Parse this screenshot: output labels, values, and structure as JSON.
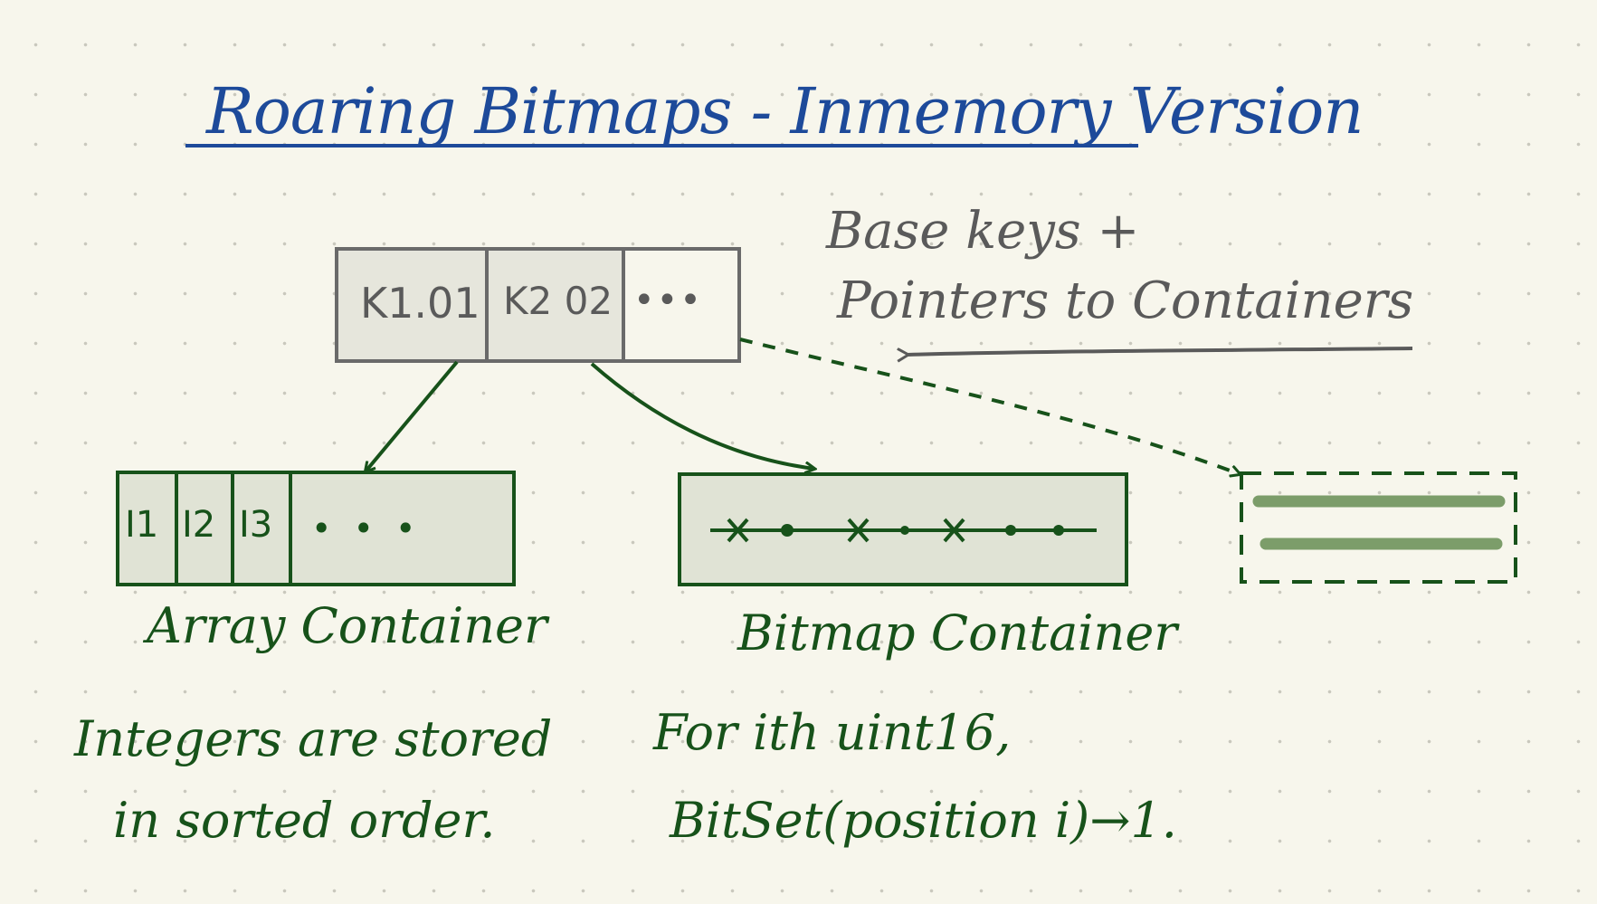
{
  "title": "Roaring Bitmaps - Inmemory Version",
  "key_array": {
    "cells": [
      "K1.01",
      "K2 02",
      "•••"
    ]
  },
  "key_annotation": {
    "line1": "Base keys +",
    "line2": "Pointers to Containers"
  },
  "array_container": {
    "cells": [
      "I1",
      "I2",
      "I3",
      "• • •"
    ],
    "label": "Array Container",
    "note_line1": "Integers are stored",
    "note_line2": "in sorted order."
  },
  "bitmap_container": {
    "label": "Bitmap Container",
    "note_line1": "For ith uint16,",
    "note_line2": "BitSet(position i)→1."
  },
  "colors": {
    "title": "#1d4a9a",
    "ink_green": "#17521a",
    "ink_grey": "#5a5a5a",
    "key_fill": "#e6e6dc",
    "container_fill": "#e0e3d5",
    "run_stroke": "#7c9d6a",
    "background": "#f7f6ec"
  }
}
